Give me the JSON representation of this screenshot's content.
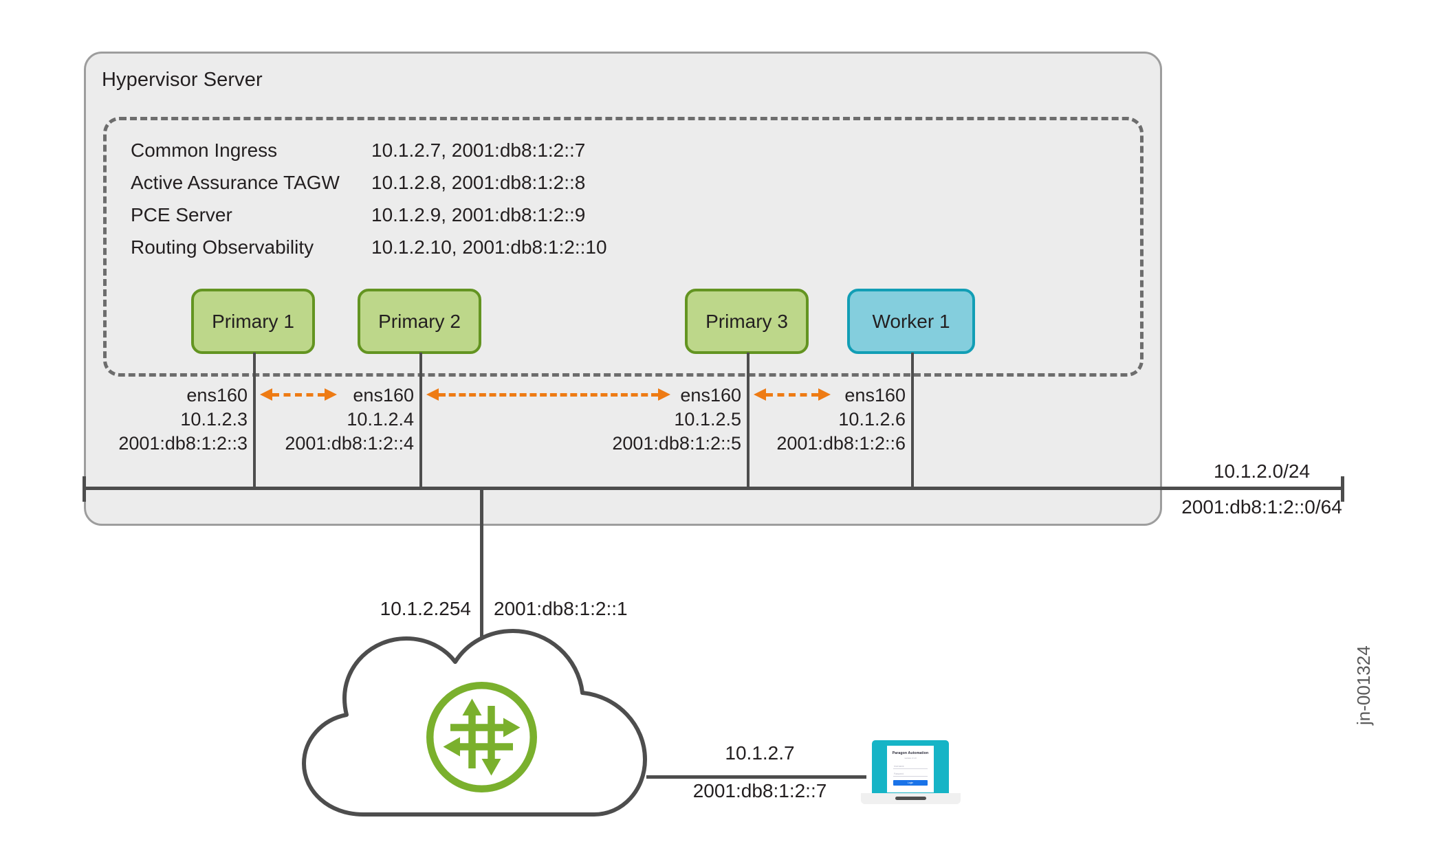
{
  "diagram": {
    "watermark": "jn-001324",
    "colors": {
      "primary_fill": "#bdd78a",
      "primary_border": "#639421",
      "worker_fill": "#84cedd",
      "worker_border": "#129eb5",
      "container_fill": "#ececec",
      "container_border": "#9d9d9d",
      "dashed_border": "#6d6d6d",
      "link_orange": "#ee7b14",
      "line_gray": "#4d4d4d",
      "router_green": "#7ab02d",
      "laptop_teal": "#16b4c6",
      "login_button_blue": "#1a73e8"
    }
  },
  "hypervisor": {
    "title": "Hypervisor Server",
    "services": [
      {
        "name": "Common Ingress",
        "address": "10.1.2.7, 2001:db8:1:2::7"
      },
      {
        "name": "Active Assurance TAGW",
        "address": "10.1.2.8, 2001:db8:1:2::8"
      },
      {
        "name": "PCE Server",
        "address": "10.1.2.9, 2001:db8:1:2::9"
      },
      {
        "name": "Routing Observability",
        "address": "10.1.2.10, 2001:db8:1:2::10"
      }
    ],
    "nodes": [
      {
        "label": "Primary 1",
        "type": "primary"
      },
      {
        "label": "Primary 2",
        "type": "primary"
      },
      {
        "label": "Primary 3",
        "type": "primary"
      },
      {
        "label": "Worker 1",
        "type": "worker"
      }
    ],
    "interfaces": [
      {
        "name": "ens160",
        "ipv4": "10.1.2.3",
        "ipv6": "2001:db8:1:2::3"
      },
      {
        "name": "ens160",
        "ipv4": "10.1.2.4",
        "ipv6": "2001:db8:1:2::4"
      },
      {
        "name": "ens160",
        "ipv4": "10.1.2.5",
        "ipv6": "2001:db8:1:2::5"
      },
      {
        "name": "ens160",
        "ipv4": "10.1.2.6",
        "ipv6": "2001:db8:1:2::6"
      }
    ]
  },
  "network": {
    "subnet_ipv4": "10.1.2.0/24",
    "subnet_ipv6": "2001:db8:1:2::0/64",
    "gateway_ipv4": "10.1.2.254",
    "gateway_ipv6": "2001:db8:1:2::1",
    "client_ipv4": "10.1.2.7",
    "client_ipv6": "2001:db8:1:2::7"
  },
  "client_screen": {
    "title": "Paragon Automation",
    "subtitle": "version 2.1.0",
    "username_placeholder": "Username",
    "password_placeholder": "Password",
    "login_label": "Login"
  }
}
